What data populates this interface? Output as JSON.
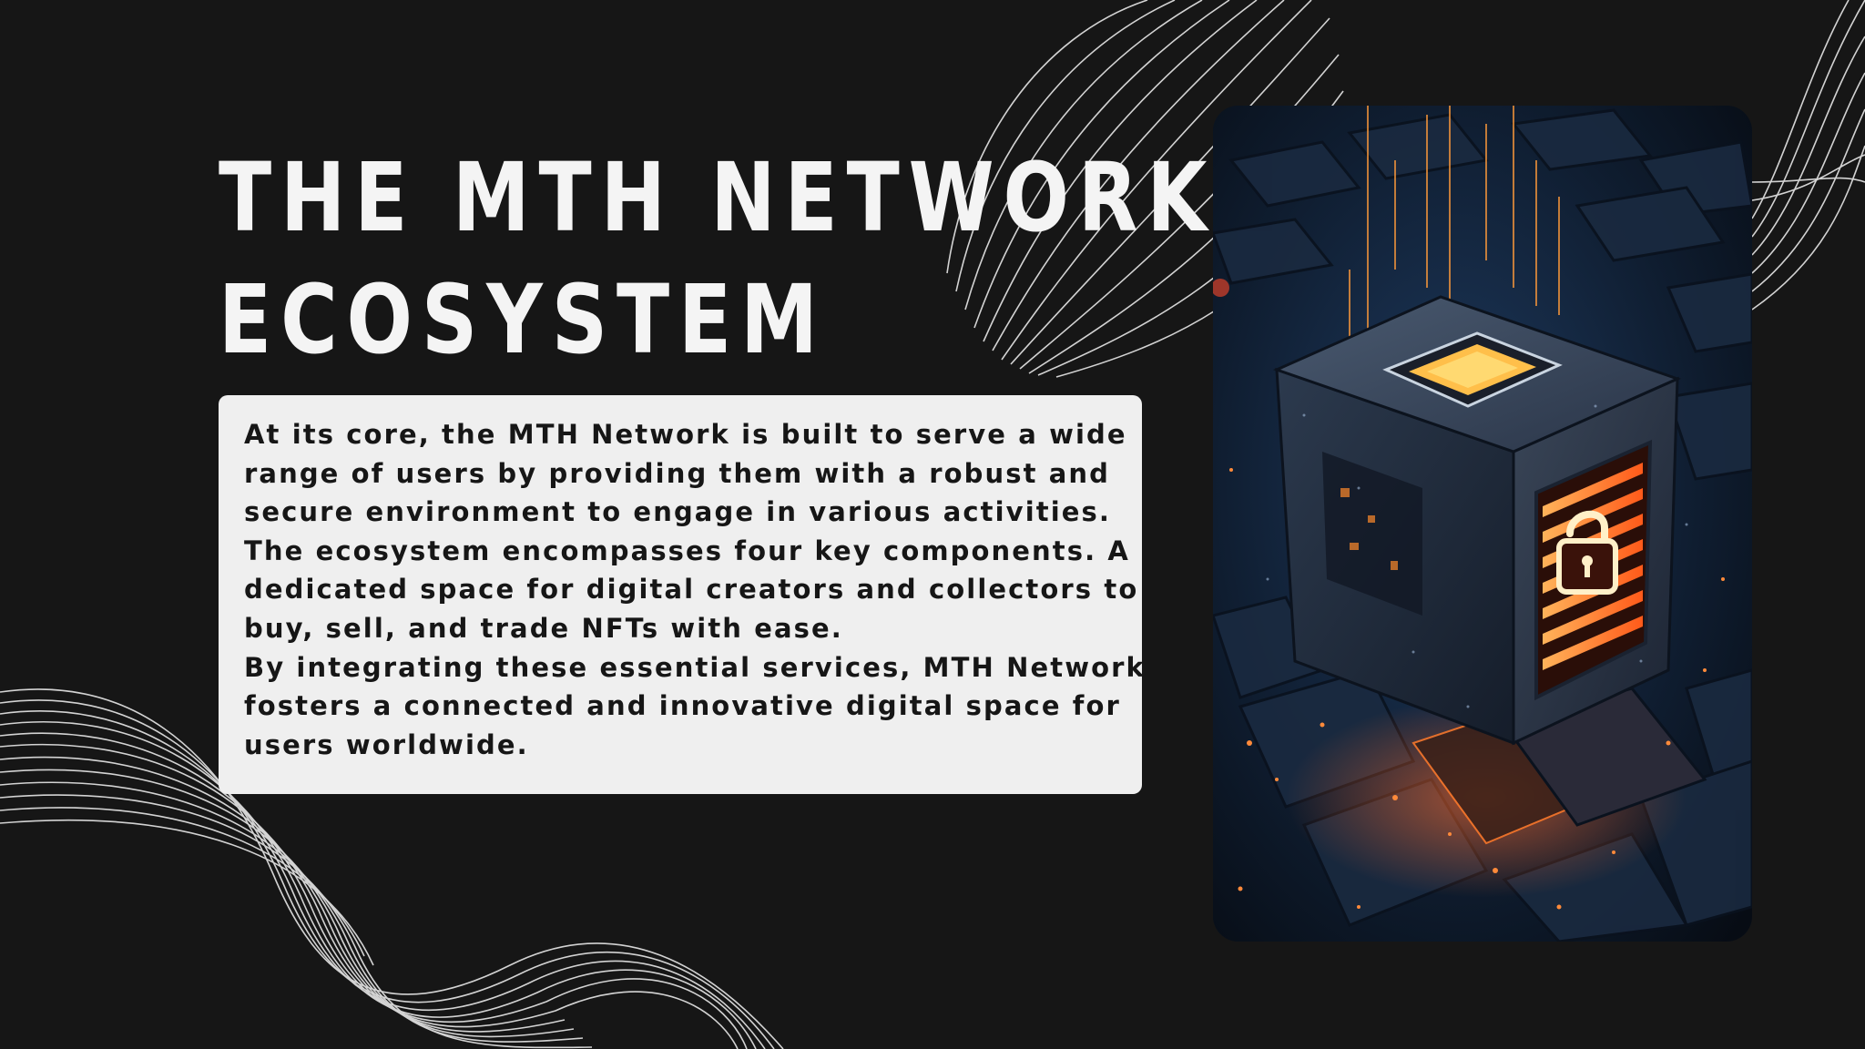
{
  "title": {
    "line1": "THE MTH NETWORK",
    "line2": "ECOSYSTEM"
  },
  "body": {
    "lines": [
      "At its core, the MTH Network is built to serve a wide",
      "range of users by providing them with a robust and",
      "secure environment to engage in various activities.",
      "The ecosystem encompasses four key components. A",
      "dedicated space for digital creators and collectors to",
      "buy, sell, and trade NFTs with ease.",
      "By integrating these essential services, MTH Network",
      "fosters a connected and innovative digital space for",
      "users worldwide."
    ]
  },
  "image": {
    "subject": "glowing-cube-with-padlock",
    "icon": "lock-icon"
  },
  "colors": {
    "background": "#161616",
    "title": "#f4f4f4",
    "card": "#efefef",
    "card_text": "#161616",
    "accent_orange": "#ff7a2a",
    "accent_blue": "#2a5a8c"
  }
}
